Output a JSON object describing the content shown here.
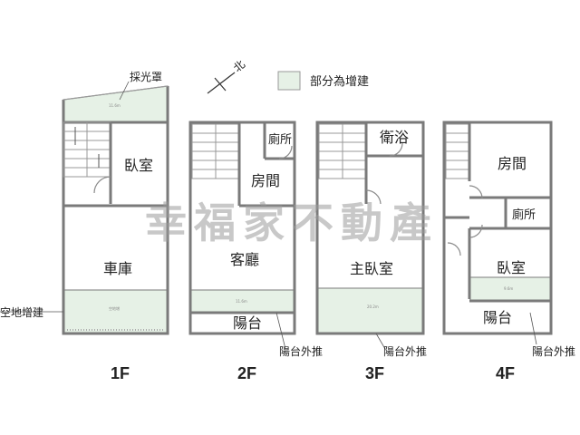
{
  "legend": {
    "label": "部分為增建",
    "north": "北"
  },
  "watermark": "幸福家不動產",
  "notes": {
    "skylight": "採光罩",
    "yard_extension": "空地增建",
    "balcony_push_2f": "陽台外推",
    "balcony_push_3f": "陽台外推",
    "balcony_push_4f": "陽台外推"
  },
  "floors": {
    "f1": {
      "label": "1F",
      "rooms": {
        "bedroom": "臥室",
        "garage": "車庫"
      }
    },
    "f2": {
      "label": "2F",
      "rooms": {
        "toilet": "廁所",
        "room": "房間",
        "living": "客廳",
        "balcony": "陽台"
      }
    },
    "f3": {
      "label": "3F",
      "rooms": {
        "bath": "衛浴",
        "master": "主臥室"
      }
    },
    "f4": {
      "label": "4F",
      "rooms": {
        "room": "房間",
        "toilet": "廁所",
        "bedroom": "臥室",
        "balcony": "陽台"
      }
    }
  },
  "colors": {
    "addon_fill": "#e6f1e6",
    "wall": "#7a7a7a"
  }
}
